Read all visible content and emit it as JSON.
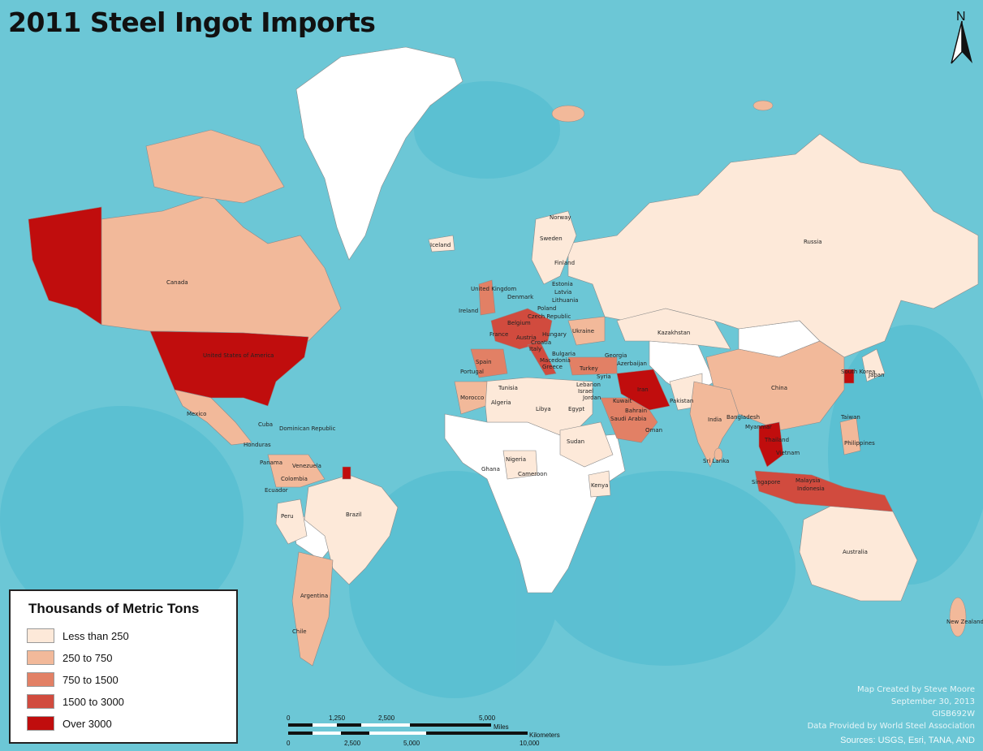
{
  "map": {
    "title": "2011 Steel Ingot Imports",
    "north_arrow": "N",
    "legend": {
      "title": "Thousands of Metric Tons",
      "classes": [
        {
          "label": "Less than 250",
          "color": "#fde9d9"
        },
        {
          "label": "250 to 750",
          "color": "#f2b99a"
        },
        {
          "label": "750 to 1500",
          "color": "#e28065"
        },
        {
          "label": "1500 to 3000",
          "color": "#d14b3e"
        },
        {
          "label": "Over 3000",
          "color": "#c00d0d"
        }
      ]
    },
    "scale_bar": {
      "miles_label": "Miles",
      "km_label": "Kilometers",
      "miles_ticks": [
        "0",
        "1,250",
        "2,500",
        "5,000"
      ],
      "km_ticks": [
        "0",
        "2,500",
        "5,000",
        "10,000"
      ]
    },
    "credits": [
      "Map Created by Steve Moore",
      "September 30, 2013",
      "GISB692W",
      "Data Provided by World Steel Association"
    ],
    "sources": "Sources: USGS, Esri, TANA, AND",
    "colors": {
      "ocean": "#6cc7d6",
      "ocean_deep": "#43b4c9",
      "no_data": "#ffffff",
      "border": "#7a7a7a"
    },
    "country_labels": [
      "Canada",
      "United States of America",
      "Mexico",
      "Cuba",
      "Dominican Republic",
      "Honduras",
      "Panama",
      "Venezuela",
      "Colombia",
      "Ecuador",
      "Peru",
      "Brazil",
      "Argentina",
      "Chile",
      "Iceland",
      "Norway",
      "Sweden",
      "Finland",
      "Estonia",
      "Latvia",
      "Lithuania",
      "United Kingdom",
      "Ireland",
      "Denmark",
      "Poland",
      "Belgium",
      "Czech Republic",
      "France",
      "Austria",
      "Hungary",
      "Ukraine",
      "Italy",
      "Croatia",
      "Spain",
      "Portugal",
      "Bulgaria",
      "Macedonia",
      "Greece",
      "Georgia",
      "Azerbaijan",
      "Turkey",
      "Syria",
      "Lebanon",
      "Israel",
      "Jordan",
      "Iran",
      "Kuwait",
      "Bahrain",
      "Saudi Arabia",
      "Oman",
      "Pakistan",
      "India",
      "Sri Lanka",
      "Bangladesh",
      "Myanmar",
      "Thailand",
      "Vietnam",
      "Taiwan",
      "Philippines",
      "China",
      "South Korea",
      "Japan",
      "Kazakhstan",
      "Russia",
      "Morocco",
      "Tunisia",
      "Algeria",
      "Libya",
      "Egypt",
      "Sudan",
      "Nigeria",
      "Ghana",
      "Cameroon",
      "Kenya",
      "Malaysia",
      "Singapore",
      "Indonesia",
      "Australia",
      "New Zealand"
    ]
  }
}
